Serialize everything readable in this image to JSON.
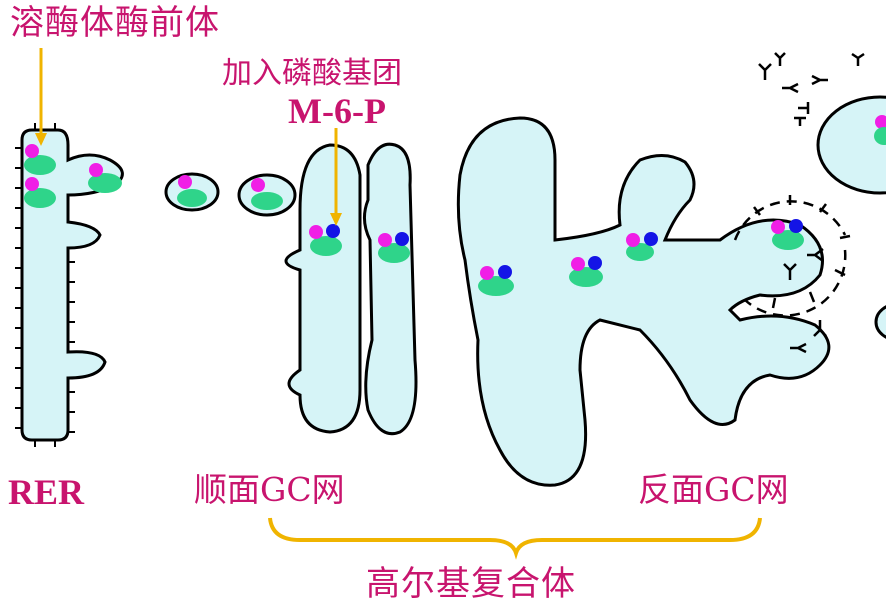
{
  "labels": {
    "lysosomal_precursor": "溶酶体酶前体",
    "add_phosphate": "加入磷酸基团",
    "m6p": "M-6-P",
    "rer": "RER",
    "cis_gc": "顺面GC网",
    "trans_gc": "反面GC网",
    "golgi_complex": "高尔基复合体"
  },
  "colors": {
    "label": "#c8146e",
    "membrane_fill": "#d6f4f7",
    "membrane_stroke": "#000000",
    "enzyme_green": "#2fd48a",
    "phosphate_magenta": "#f01ee6",
    "m6p_blue": "#1414e6",
    "arrow_orange": "#f0b400",
    "brace_orange": "#f0b400"
  }
}
